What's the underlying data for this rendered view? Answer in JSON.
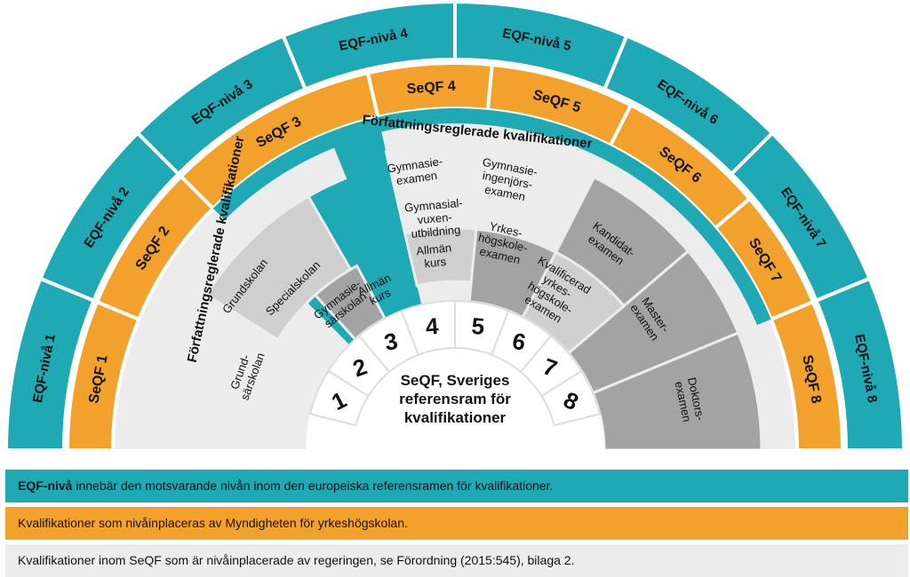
{
  "center_label": [
    "SeQF, Sveriges",
    "referensram för",
    "kvalifikationer"
  ],
  "level_numbers": [
    "1",
    "2",
    "3",
    "4",
    "5",
    "6",
    "7",
    "8"
  ],
  "eqf_levels": [
    "EQF-nivå 1",
    "EQF-nivå 2",
    "EQF-nivå 3",
    "EQF-nivå 4",
    "EQF-nivå 5",
    "EQF-nivå 6",
    "EQF-nivå 7",
    "EQF-nivå 8"
  ],
  "seqf_levels": [
    "SeQF 1",
    "SeQF 2",
    "SeQF 3",
    "SeQF 4",
    "SeQF 5",
    "SeQF 6",
    "SeQF 7",
    "SeQF 8"
  ],
  "group_labels": {
    "left": "Författningsreglerade kvalifikationer",
    "top": "Författningsreglerade kvalifikationer"
  },
  "qualifications": {
    "grundsarskolan": [
      "Grund-",
      "särskolan"
    ],
    "grundskolan": [
      "Grundskolan"
    ],
    "specialskolan": [
      "Specialskolan"
    ],
    "gymnasiesarskolan": [
      "Gymnasie-",
      "särskolan"
    ],
    "allman_kurs_2": [
      "Allmän",
      "kurs"
    ],
    "gymnasieexamen": [
      "Gymnasie-",
      "examen"
    ],
    "gymnasial_vuxenutbildning": [
      "Gymnasial-",
      "vuxen-",
      "utbildning"
    ],
    "allman_kurs_4": [
      "Allmän",
      "kurs"
    ],
    "gymnasieingenjorsexamen": [
      "Gymnasie-",
      "ingenjörs-",
      "examen"
    ],
    "yrkeshogskoleexamen": [
      "Yrkes-",
      "högskole-",
      "examen"
    ],
    "kandidatexamen": [
      "Kandidat-",
      "examen"
    ],
    "kvalificerad_yh_examen": [
      "Kvalificerad",
      "yrkes-",
      "högskole-",
      "examen"
    ],
    "masterexamen": [
      "Master-",
      "examen"
    ],
    "doktorsexamen": [
      "Doktors-",
      "examen"
    ]
  },
  "legend": [
    {
      "bold": "EQF-nivå",
      "text": " innebär den motsvarande nivån inom den europeiska referensramen för kvalifikationer."
    },
    {
      "bold": "",
      "text": "Kvalifikationer som nivåinplaceras av Myndigheten för yrkeshögskolan."
    },
    {
      "bold": "",
      "text": "Kvalifikationer inom SeQF som är nivåinplacerade av regeringen, se Förordning (2015:545), bilaga 2."
    }
  ],
  "colors": {
    "teal": "#1fa9b5",
    "orange": "#f2a22c",
    "light_gray": "#ececec",
    "mid_gray": "#cfcfcf",
    "dark_gray": "#a3a3a3"
  }
}
